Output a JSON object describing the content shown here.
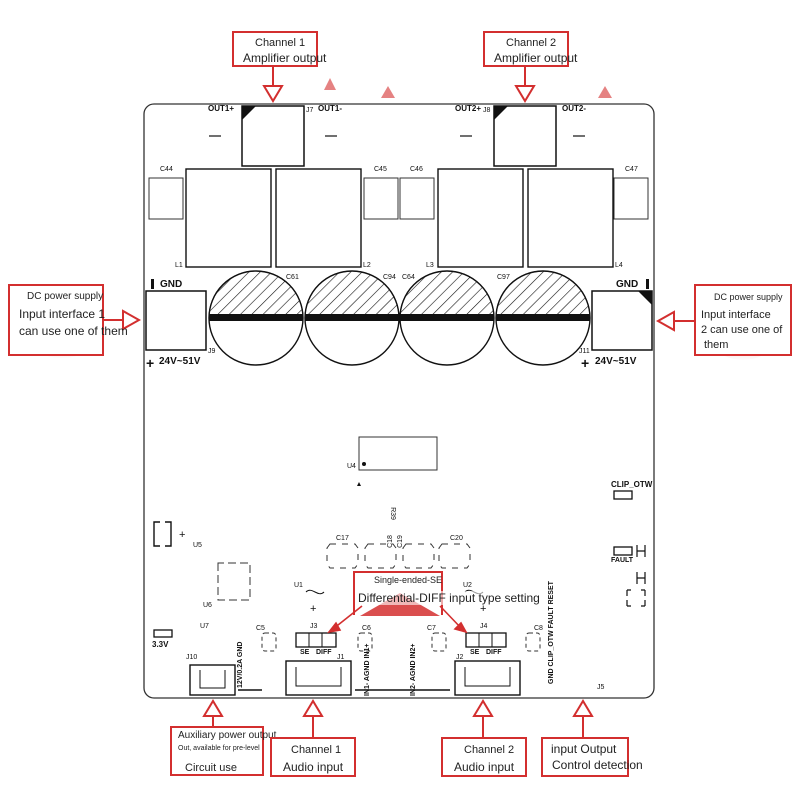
{
  "annotations": {
    "ch1_output": {
      "line1": "Channel 1",
      "line2": "Amplifier output"
    },
    "ch2_output": {
      "line1": "Channel 2",
      "line2": "Amplifier output"
    },
    "dc_left": {
      "line1": "DC power supply",
      "line2": "Input interface 1",
      "line3": "can use one of them"
    },
    "dc_right": {
      "line1": "DC power supply",
      "line2": "Input interface",
      "line3": "2 can use one of",
      "line4": "them"
    },
    "input_type": {
      "line1": "Single-ended-SE",
      "line2": "Differential-DIFF input type setting"
    },
    "aux_power": {
      "line1": "Auxiliary power output",
      "line2": "Out, available for pre-level",
      "line3": "Circuit use"
    },
    "ch1_input": {
      "line1": "Channel 1",
      "line2": "Audio input"
    },
    "ch2_input": {
      "line1": "Channel 2",
      "line2": "Audio input"
    },
    "control": {
      "line1": "input Output",
      "line2": "Control detection"
    }
  },
  "board": {
    "out1_plus": "OUT1+",
    "j7": "J7",
    "out1_minus": "OUT1-",
    "out2_plus": "OUT2+",
    "j8": "J8",
    "out2_minus": "OUT2-",
    "c44": "C44",
    "c45": "C45",
    "c46": "C46",
    "c47": "C47",
    "l1": "L1",
    "l2": "L2",
    "l3": "L3",
    "l4": "L4",
    "c61": "C61",
    "c94": "C94",
    "c64": "C64",
    "c97": "C97",
    "gnd_left": "GND",
    "gnd_right": "GND",
    "v_left": "24V~51V",
    "v_right": "24V~51V",
    "j9": "J9",
    "j11": "J11",
    "u4": "U4",
    "r39": "R39",
    "clip_otw": "CLIP_OTW",
    "fault": "FAULT",
    "c17": "C17",
    "c18": "C18",
    "c19": "C19",
    "c20": "C20",
    "u5": "U5",
    "u6": "U6",
    "u7": "U7",
    "u1": "U1",
    "u2": "U2",
    "v33": "3.3V",
    "c5": "C5",
    "c6": "C6",
    "c7": "C7",
    "c8": "C8",
    "j3": "J3",
    "j4": "J4",
    "j1": "J1",
    "j2": "J2",
    "j10": "J10",
    "j5": "J5",
    "se1": "SE",
    "diff1": "DIFF",
    "se2": "SE",
    "diff2": "DIFF",
    "aux_pins": "12V/0.2A GND",
    "in1_pins": "IN1- AGND IN1+",
    "in2_pins": "IN2- AGND IN2+",
    "ctrl_pins": "GND CLIP_OTW FAULT RESET"
  }
}
